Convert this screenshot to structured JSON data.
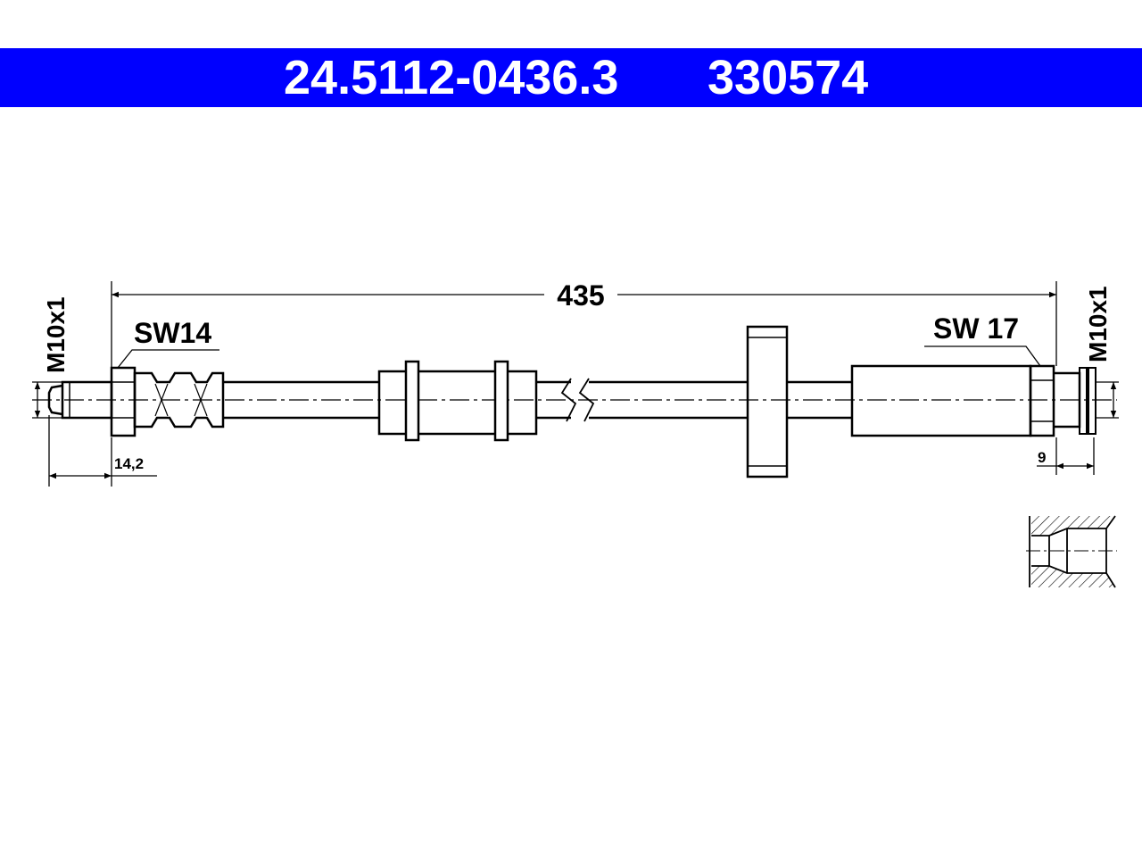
{
  "header": {
    "part_number": "24.5112-0436.3",
    "ref_number": "330574",
    "band_color": "#0000ff"
  },
  "dimensions": {
    "overall_length": "435",
    "left_thread": "M10x1",
    "right_thread": "M10x1",
    "left_wrench": "SW14",
    "right_wrench": "SW 17",
    "left_thread_length": "14,2",
    "right_thread_length": "9"
  }
}
